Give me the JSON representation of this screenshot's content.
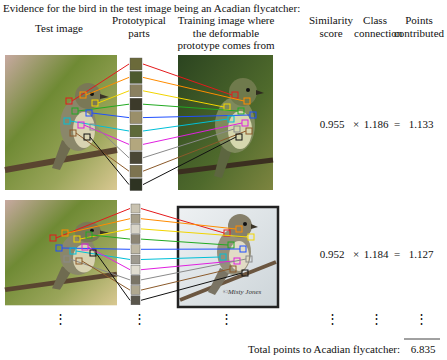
{
  "diagram": {
    "title": "Evidence for the bird in the test image being an Acadian flycatcher:",
    "labels": [
      "Test image",
      "Prototypical parts",
      "Training image where the deformable prototype comes from",
      "Similarity score",
      "Class connection",
      "Points contributed",
      "0.955",
      "×",
      "1.186",
      "=",
      "1.133",
      "0.952",
      "×",
      "1.184",
      "=",
      "1.127",
      "⋮",
      "⋮",
      "⋮",
      "⋮",
      "⋮",
      "⋮",
      "Total points to Acadian flycatcher:",
      "6.835",
      "©Misty Jones"
    ]
  }
}
